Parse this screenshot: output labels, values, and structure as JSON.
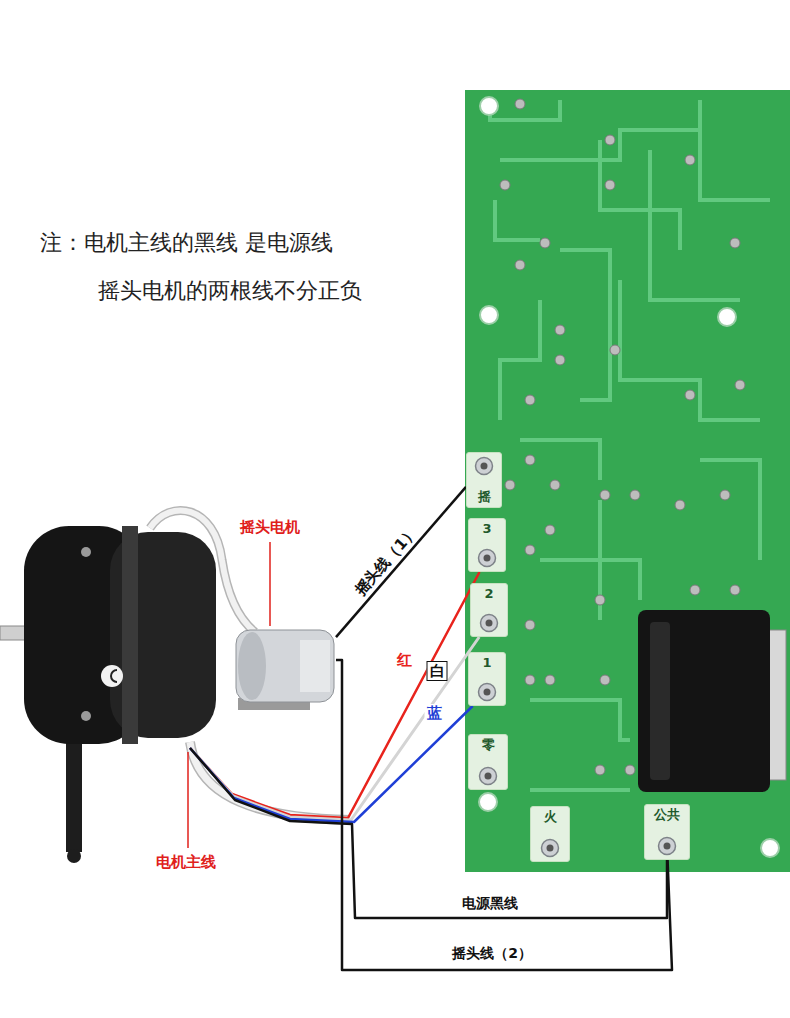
{
  "diagram": {
    "nodes": [
      {
        "text": [
          "摇头电机"
        ]
      },
      {
        "text": [
          "电机主线"
        ]
      },
      {
        "text": [
          "摇"
        ]
      },
      {
        "text": [
          "3"
        ]
      },
      {
        "text": [
          "2"
        ]
      },
      {
        "text": [
          "1"
        ]
      },
      {
        "text": [
          "零"
        ]
      },
      {
        "text": [
          "火"
        ]
      },
      {
        "text": [
          "公共"
        ]
      }
    ],
    "edges": [
      {
        "from": 0,
        "to": 2,
        "label": "摇头线（1）",
        "arrow": "none"
      },
      {
        "from": 1,
        "to": 3,
        "label": "红",
        "arrow": "none"
      },
      {
        "from": 1,
        "to": 4,
        "label": "白",
        "arrow": "none"
      },
      {
        "from": 1,
        "to": 5,
        "label": "蓝",
        "arrow": "none"
      },
      {
        "from": 1,
        "to": 8,
        "label": "电源黑线",
        "arrow": "none"
      },
      {
        "from": 0,
        "to": 8,
        "label": "摇头线（2）",
        "arrow": "none"
      }
    ],
    "labels": [
      "注：电机主线的黑线 是电源线",
      "摇头电机的两根线不分正负"
    ]
  }
}
